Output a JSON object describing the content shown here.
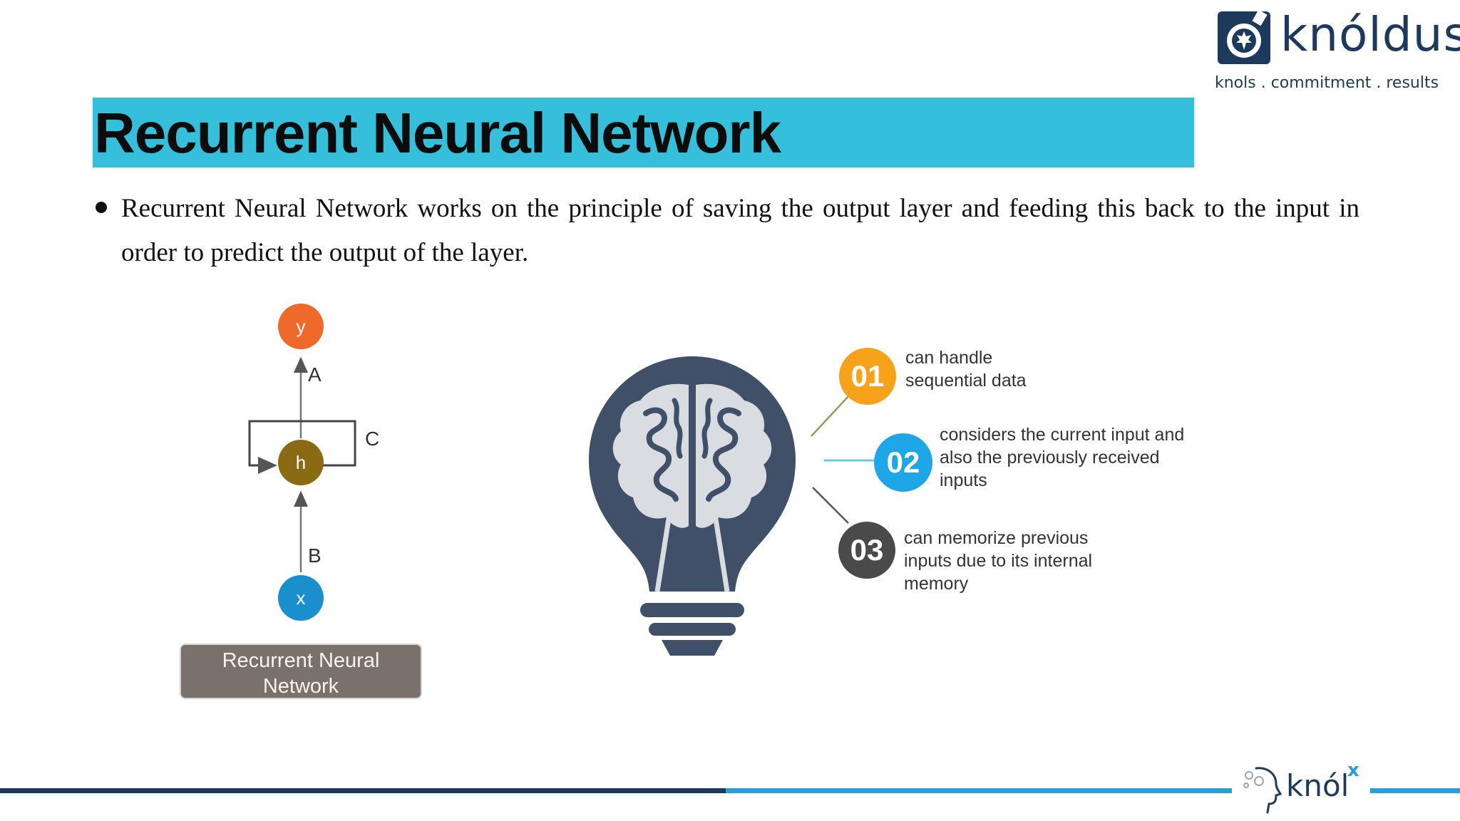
{
  "logo": {
    "wordmark": "knóldus",
    "tagline": "knols . commitment . results"
  },
  "slide": {
    "title": "Recurrent Neural Network",
    "bullet": "Recurrent Neural Network works on the principle of saving the output layer and feeding this back to the input in order to predict the output of the layer."
  },
  "rnn_diagram": {
    "nodes": {
      "output": "y",
      "hidden": "h",
      "input": "x"
    },
    "edges": {
      "a": "A",
      "b": "B",
      "c": "C"
    },
    "caption_line1": "Recurrent Neural",
    "caption_line2": "Network",
    "colors": {
      "output": "#ef6a2a",
      "hidden": "#8a6a12",
      "input": "#1a8fcd"
    }
  },
  "features": [
    {
      "number": "01",
      "line1": "can handle",
      "line2": "sequential data",
      "line3": "",
      "color": "#f7a21b"
    },
    {
      "number": "02",
      "line1": "considers the current input and",
      "line2": "also the previously received",
      "line3": "inputs",
      "color": "#1ea6e6"
    },
    {
      "number": "03",
      "line1": "can memorize previous",
      "line2": "inputs due to its internal",
      "line3": "memory",
      "color": "#4a4a4a"
    }
  ],
  "footer": {
    "brand": "knól",
    "superscript": "x"
  },
  "colors": {
    "banner": "#35bfdb",
    "navy": "#1d3a5c",
    "bulb": "#3f5068"
  }
}
